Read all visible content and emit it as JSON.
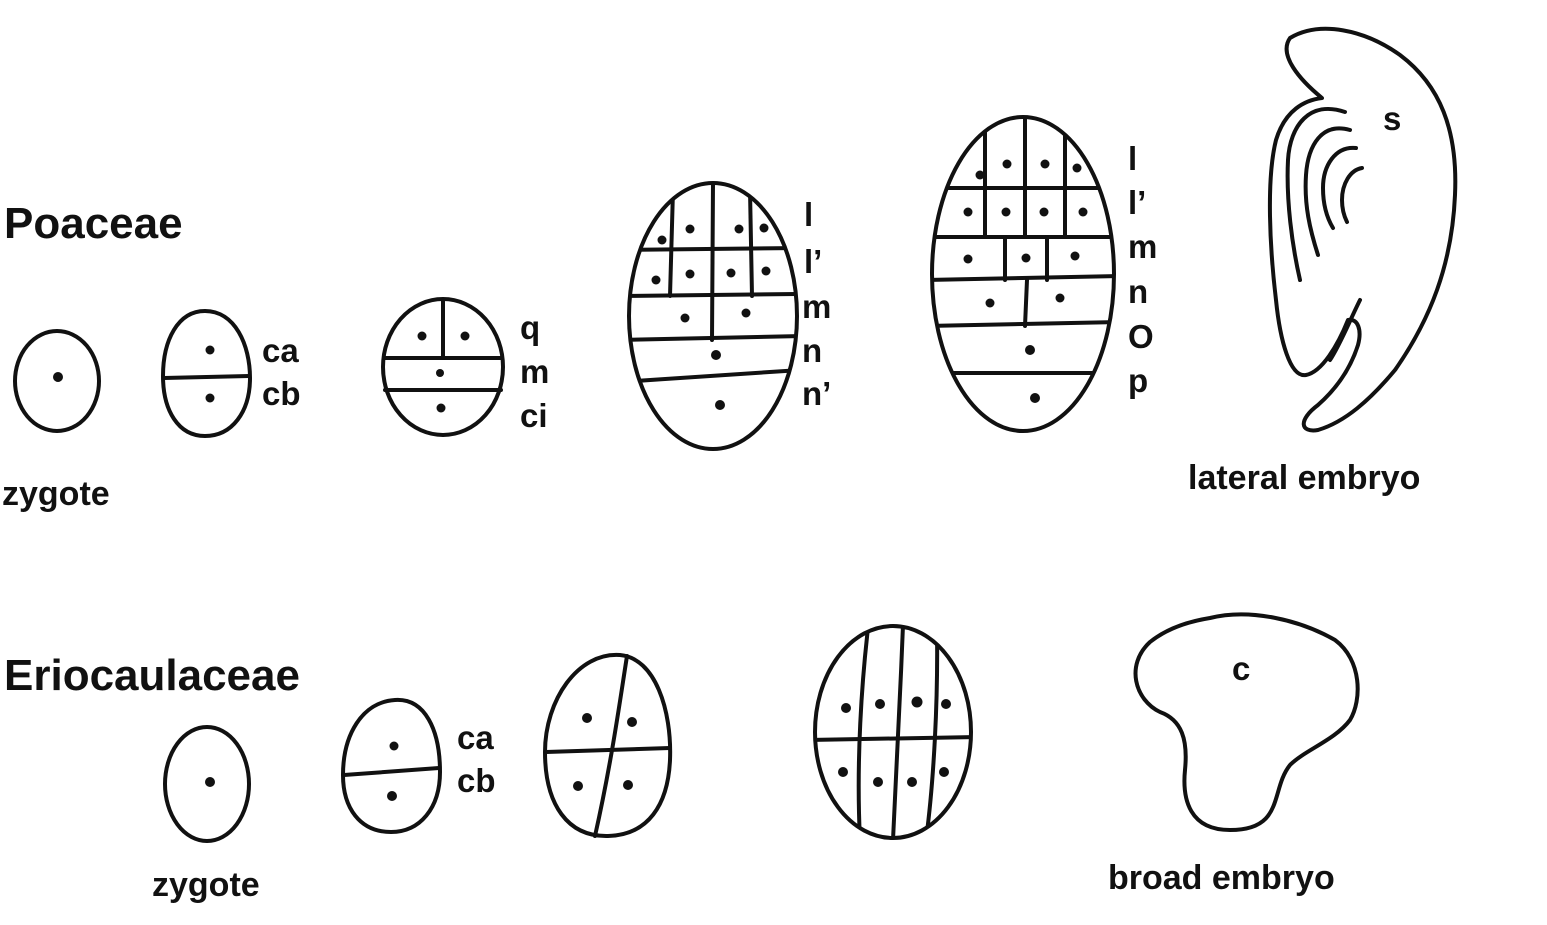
{
  "poaceae": {
    "title": "Poaceae",
    "zygote_caption": "zygote",
    "stage2_labels": [
      "ca",
      "cb"
    ],
    "stage3_labels": [
      "q",
      "m",
      "ci"
    ],
    "stage4_labels": [
      "l",
      "l’",
      "m",
      "n",
      "n’"
    ],
    "stage5_labels": [
      "l",
      "l’",
      "m",
      "n",
      "O",
      "p"
    ],
    "embryo_label": "s",
    "embryo_caption": "lateral embryo"
  },
  "eriocaulaceae": {
    "title": "Eriocaulaceae",
    "zygote_caption": "zygote",
    "stage2_labels": [
      "ca",
      "cb"
    ],
    "embryo_label": "c",
    "embryo_caption": "broad embryo"
  },
  "colors": {
    "ink": "#111111",
    "background": "#ffffff"
  }
}
